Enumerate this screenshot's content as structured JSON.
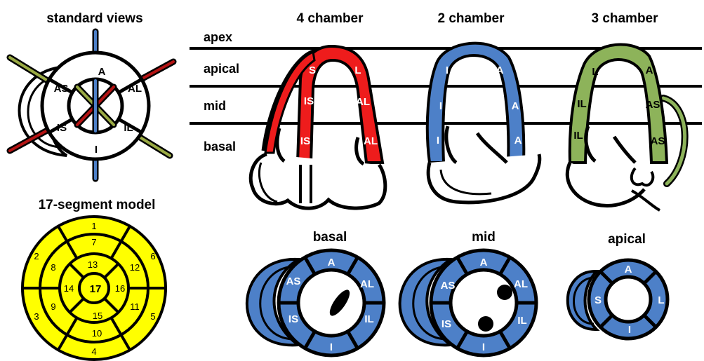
{
  "colors": {
    "four_chamber": "#ee1c1c",
    "two_chamber": "#4d80c8",
    "three_chamber": "#8db35a",
    "short_axis": "#4d80c8",
    "bullseye": "#ffff00",
    "line_black": "#000000",
    "line_red": "#b41414",
    "line_olive": "#9aaa44"
  },
  "standard_views": {
    "title": "standard views",
    "labels": {
      "a": "A",
      "al": "AL",
      "il": "IL",
      "i": "I",
      "is": "IS",
      "as": "AS"
    }
  },
  "levels": {
    "apex": "apex",
    "apical": "apical",
    "mid": "mid",
    "basal": "basal"
  },
  "long_axis": {
    "four_chamber": {
      "title": "4 chamber",
      "labels": {
        "s": "S",
        "l": "L",
        "is_mid": "IS",
        "al_mid": "AL",
        "is_basal": "IS",
        "al_basal": "AL"
      }
    },
    "two_chamber": {
      "title": "2 chamber",
      "labels": {
        "i_apical": "I",
        "a_apical": "A",
        "i_mid": "I",
        "a_mid": "A",
        "i_basal": "I",
        "a_basal": "A"
      }
    },
    "three_chamber": {
      "title": "3 chamber",
      "labels": {
        "l": "L",
        "a": "A",
        "il_mid": "IL",
        "as_mid": "AS",
        "il_basal": "IL",
        "as_basal": "AS"
      }
    }
  },
  "bullseye": {
    "title": "17-segment model",
    "segments": {
      "s1": "1",
      "s2": "2",
      "s3": "3",
      "s4": "4",
      "s5": "5",
      "s6": "6",
      "s7": "7",
      "s8": "8",
      "s9": "9",
      "s10": "10",
      "s11": "11",
      "s12": "12",
      "s13": "13",
      "s14": "14",
      "s15": "15",
      "s16": "16",
      "s17": "17"
    }
  },
  "short_axis": {
    "basal": {
      "title": "basal",
      "labels": {
        "a": "A",
        "al": "AL",
        "il": "IL",
        "i": "I",
        "is": "IS",
        "as": "AS"
      }
    },
    "mid": {
      "title": "mid",
      "labels": {
        "a": "A",
        "al": "AL",
        "il": "IL",
        "i": "I",
        "is": "IS",
        "as": "AS"
      }
    },
    "apical": {
      "title": "apical",
      "labels": {
        "a": "A",
        "l": "L",
        "i": "I",
        "s": "S"
      }
    }
  }
}
